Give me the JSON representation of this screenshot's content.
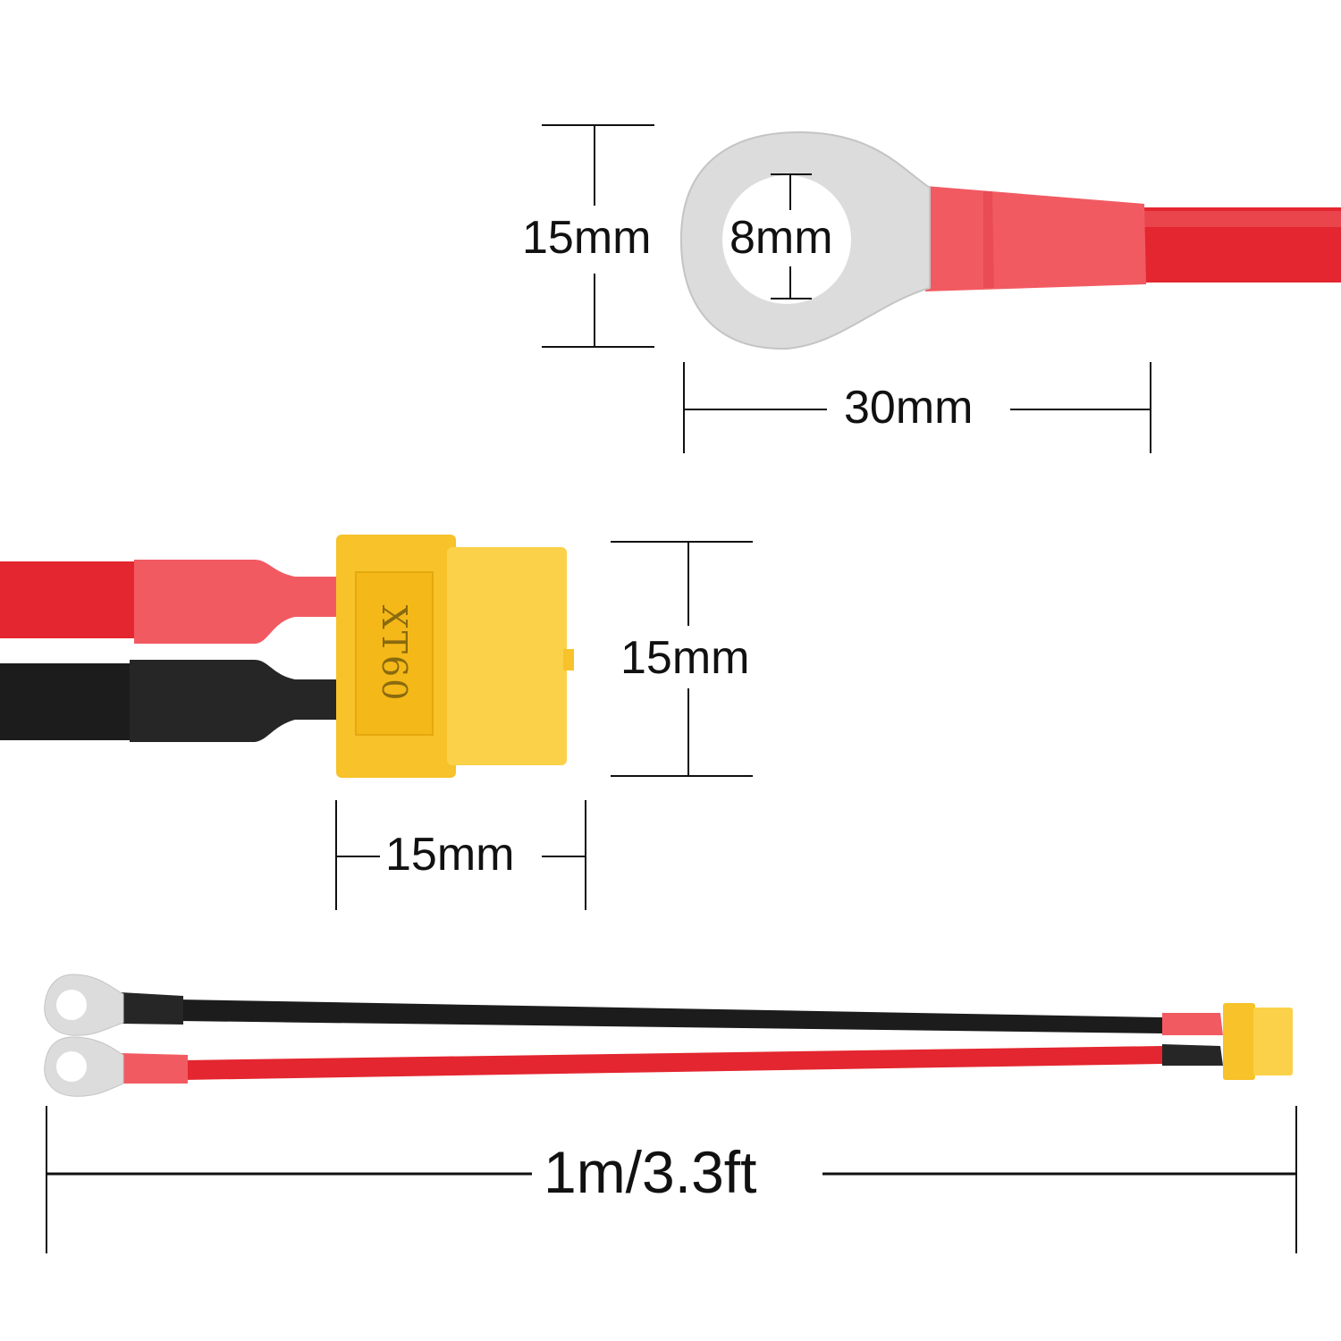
{
  "diagram": {
    "subject": "Ring terminal to XT60 female connector cable",
    "connector_label": "XT60",
    "colors": {
      "red_wire": "#e3262f",
      "red_heatshrink": "#f25a62",
      "black_wire": "#1c1c1c",
      "connector_yellow": "#f7c22a",
      "ring_terminal_silver": "#dcdcdc",
      "dimension_line": "#111111"
    },
    "ring_terminal": {
      "outer_height": "15mm",
      "hole_diameter": "8mm",
      "length": "30mm"
    },
    "xt60_connector": {
      "height": "15mm",
      "width": "15mm"
    },
    "cable": {
      "total_length": "1m/3.3ft",
      "wires": [
        "black",
        "red"
      ]
    }
  }
}
